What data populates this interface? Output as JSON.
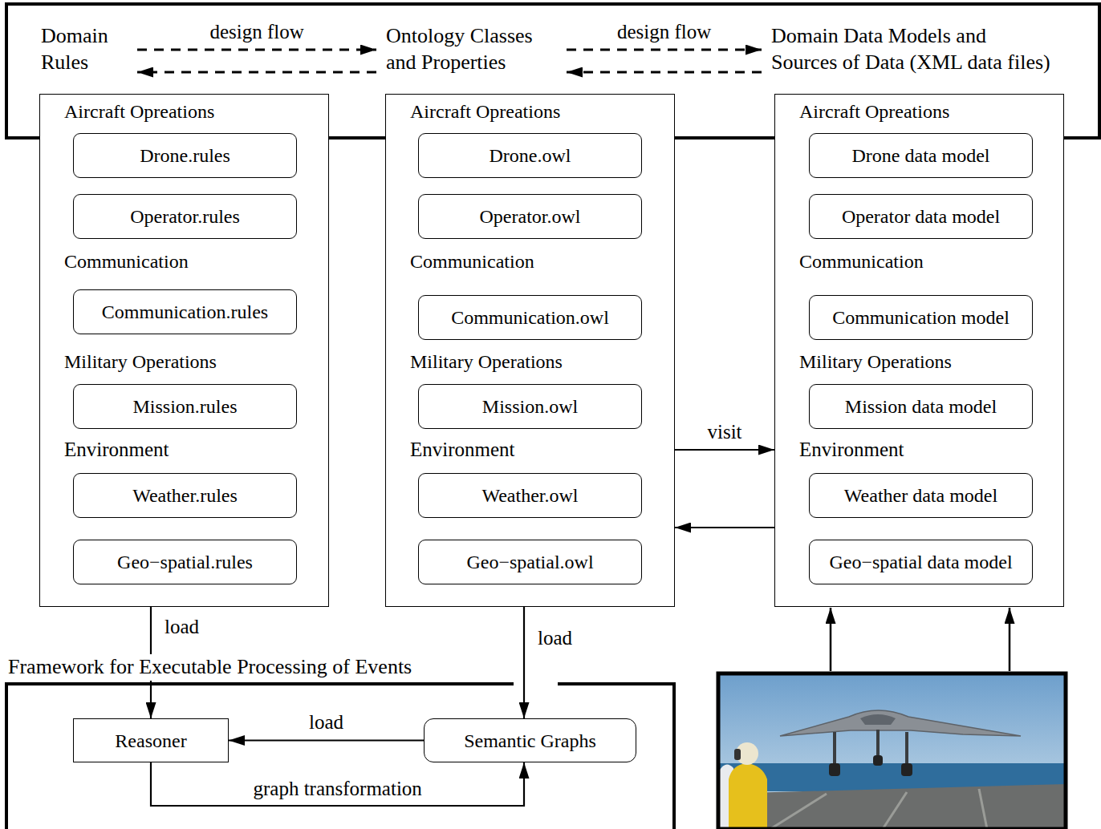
{
  "diagram": {
    "nodes": [
      {
        "text": [
          "Domain Rules",
          "Aircraft Opreations",
          "Communication",
          "Military Operations",
          "Environment"
        ]
      },
      {
        "text": [
          "Drone.rules"
        ],
        "in": 0
      },
      {
        "text": [
          "Operator.rules"
        ],
        "in": 0
      },
      {
        "text": [
          "Communication.rules"
        ],
        "in": 0
      },
      {
        "text": [
          "Mission.rules"
        ],
        "in": 0
      },
      {
        "text": [
          "Weather.rules"
        ],
        "in": 0
      },
      {
        "text": [
          "Geo−spatial.rules"
        ],
        "in": 0
      },
      {
        "text": [
          "Ontology Classes and Properties",
          "Aircraft Opreations",
          "Communication",
          "Military Operations",
          "Environment"
        ]
      },
      {
        "text": [
          "Drone.owl"
        ],
        "in": 7
      },
      {
        "text": [
          "Operator.owl"
        ],
        "in": 7
      },
      {
        "text": [
          "Communication.owl"
        ],
        "in": 7
      },
      {
        "text": [
          "Mission.owl"
        ],
        "in": 7
      },
      {
        "text": [
          "Weather.owl"
        ],
        "in": 7
      },
      {
        "text": [
          "Geo−spatial.owl"
        ],
        "in": 7
      },
      {
        "text": [
          "Domain Data Models and Sources of Data (XML data files)",
          "Aircraft Opreations",
          "Communication",
          "Military Operations",
          "Environment"
        ]
      },
      {
        "text": [
          "Drone data model"
        ],
        "in": 14
      },
      {
        "text": [
          "Operator data model"
        ],
        "in": 14
      },
      {
        "text": [
          "Communication model"
        ],
        "in": 14
      },
      {
        "text": [
          "Mission data model"
        ],
        "in": 14
      },
      {
        "text": [
          "Weather data model"
        ],
        "in": 14
      },
      {
        "text": [
          "Geo−spatial data model"
        ],
        "in": 14
      },
      {
        "text": [
          "Framework for Executable Processing of Events"
        ]
      },
      {
        "text": [
          "Reasoner"
        ],
        "in": 21
      },
      {
        "text": [
          "Semantic Graphs"
        ],
        "in": 21
      }
    ],
    "edges": [
      {
        "from": 0,
        "to": 7,
        "arrow": "to",
        "label": "design flow"
      },
      {
        "from": 7,
        "to": 0,
        "arrow": "to"
      },
      {
        "from": 7,
        "to": 14,
        "arrow": "to",
        "label": "design flow"
      },
      {
        "from": 14,
        "to": 7,
        "arrow": "to"
      },
      {
        "from": 7,
        "to": 14,
        "arrow": "to",
        "label": "visit"
      },
      {
        "from": 14,
        "to": 7,
        "arrow": "to"
      },
      {
        "from": 0,
        "to": 22,
        "arrow": "to",
        "label": "load"
      },
      {
        "from": 7,
        "to": 23,
        "arrow": "to",
        "label": "load"
      },
      {
        "from": 23,
        "to": 22,
        "arrow": "to",
        "label": "load"
      },
      {
        "from": 22,
        "to": 23,
        "arrow": "to",
        "label": "graph transformation"
      }
    ]
  }
}
